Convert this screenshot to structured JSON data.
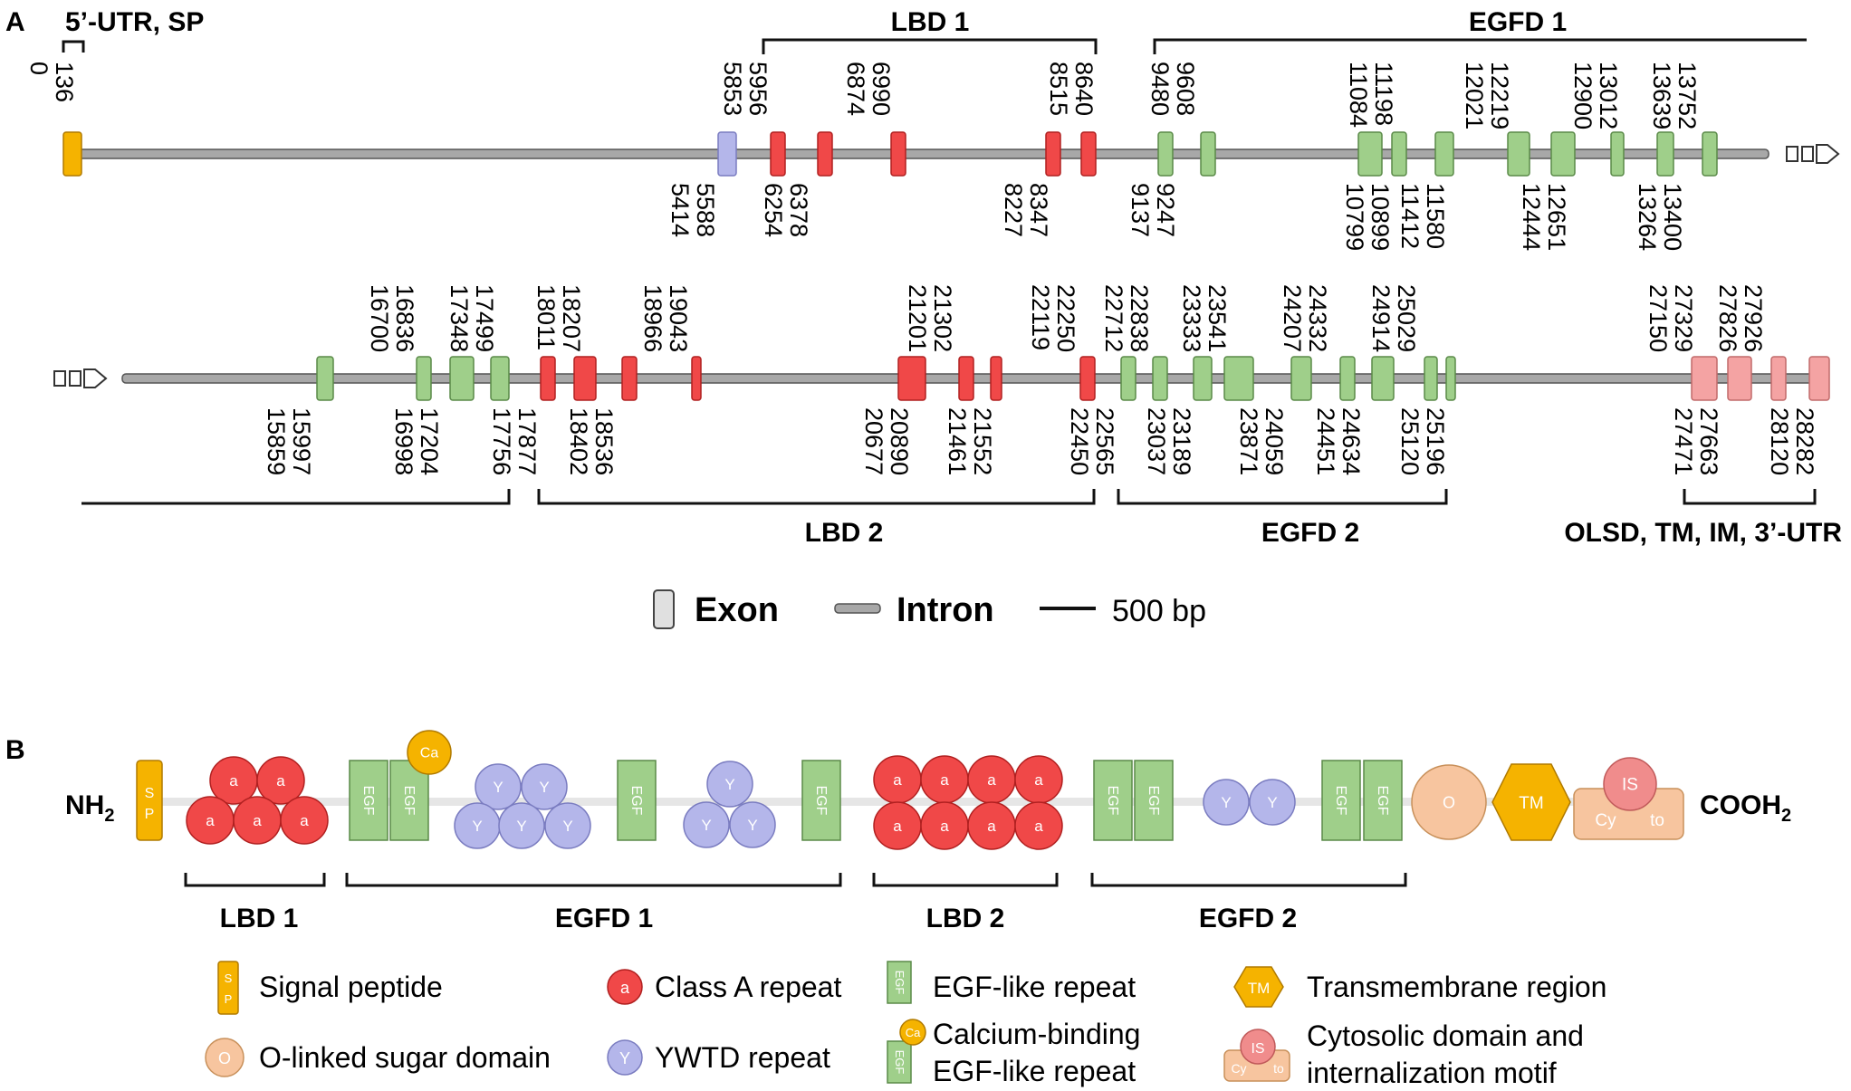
{
  "panels": {
    "a_label": "A",
    "b_label": "B"
  },
  "colors": {
    "intron": "#a8a8a8",
    "exon_default": "#e0e0e0",
    "utr": "#f5b300",
    "sp": "#f5b300",
    "lbd": "#f04848",
    "egf": "#9fcf8a",
    "ywtd": "#b4b6ea",
    "osld": "#f4a3a3",
    "o_linked": "#f7c59f",
    "tm": "#f5b300",
    "is": "#f08c8c",
    "cyto": "#f7c59f",
    "ca": "#f5b300"
  },
  "gene_row1": {
    "coords_top": [
      "0 136",
      "5853 5956",
      "6874 6990",
      "8515 8640",
      "9480 9608",
      "11084 11198",
      "12021 12219",
      "12900 13012",
      "13639 13752"
    ],
    "coords_bottom": [
      "5414 5588",
      "6254 6378",
      "8227 8347",
      "9137 9247",
      "10799 10899",
      "11412 11580",
      "12444 12651",
      "13264 13400"
    ],
    "exons": [
      {
        "kind": "utr"
      },
      {
        "kind": "ywtd"
      },
      {
        "kind": "lbd"
      },
      {
        "kind": "lbd"
      },
      {
        "kind": "lbd"
      },
      {
        "kind": "lbd"
      },
      {
        "kind": "lbd"
      },
      {
        "kind": "egf"
      },
      {
        "kind": "egf"
      },
      {
        "kind": "egf"
      },
      {
        "kind": "egf"
      },
      {
        "kind": "egf"
      },
      {
        "kind": "egf"
      },
      {
        "kind": "egf"
      },
      {
        "kind": "egf"
      },
      {
        "kind": "egf"
      },
      {
        "kind": "egf"
      }
    ],
    "brackets": {
      "utr_sp": "5’-UTR, SP",
      "lbd1": "LBD 1",
      "egfd1": "EGFD 1"
    }
  },
  "gene_row2": {
    "coords_top": [
      "16700 16836",
      "17348 17499",
      "18011 18207",
      "18966 19043",
      "21201 21302",
      "22119 22250",
      "22712 22838",
      "23333 23541",
      "24207 24332",
      "24914 25029",
      "27150 27329",
      "27826 27926"
    ],
    "coords_bottom": [
      "15859 15997",
      "16998 17204",
      "17756 17877",
      "18402 18536",
      "20677 20890",
      "21461 21552",
      "22450 22565",
      "23037 23189",
      "23871 24059",
      "24451 24634",
      "25120 25196",
      "27471 27663",
      "28120 28282"
    ],
    "exons": [
      {
        "kind": "egf"
      },
      {
        "kind": "egf"
      },
      {
        "kind": "egf"
      },
      {
        "kind": "egf"
      },
      {
        "kind": "lbd"
      },
      {
        "kind": "lbd"
      },
      {
        "kind": "lbd"
      },
      {
        "kind": "lbd"
      },
      {
        "kind": "lbd"
      },
      {
        "kind": "lbd"
      },
      {
        "kind": "lbd"
      },
      {
        "kind": "lbd"
      },
      {
        "kind": "egf"
      },
      {
        "kind": "egf"
      },
      {
        "kind": "egf"
      },
      {
        "kind": "egf"
      },
      {
        "kind": "egf"
      },
      {
        "kind": "egf"
      },
      {
        "kind": "egf"
      },
      {
        "kind": "egf"
      },
      {
        "kind": "egf"
      },
      {
        "kind": "osld"
      },
      {
        "kind": "osld"
      },
      {
        "kind": "osld"
      },
      {
        "kind": "osld"
      }
    ],
    "brackets": {
      "lbd2": "LBD 2",
      "egfd2": "EGFD 2",
      "olsd": "OLSD, TM, IM, 3’-UTR"
    }
  },
  "gene_legend": {
    "exon": "Exon",
    "intron": "Intron",
    "scale": "500 bp"
  },
  "protein": {
    "nh2": "NH",
    "nh2_sub": "2",
    "cooh": "COOH",
    "cooh_sub": "2",
    "sp_letters": [
      "S",
      "P"
    ],
    "class_a_letter": "a",
    "ywtd_letter": "Y",
    "egf_text": "EGF",
    "ca_text": "Ca",
    "o_text": "O",
    "tm_text": "TM",
    "is_text": "IS",
    "cyto_left": "Cy",
    "cyto_right": "to",
    "domain_labels": {
      "lbd1": "LBD 1",
      "egfd1": "EGFD 1",
      "lbd2": "LBD 2",
      "egfd2": "EGFD 2"
    }
  },
  "protein_legend": {
    "signal_peptide": "Signal peptide",
    "class_a": "Class A repeat",
    "egf_like": "EGF-like repeat",
    "transmembrane": "Transmembrane region",
    "o_linked": "O-linked sugar domain",
    "ywtd": "YWTD repeat",
    "calcium_1": "Calcium-binding",
    "calcium_2": "EGF-like repeat",
    "cytosolic_1": "Cytosolic domain and",
    "cytosolic_2": "internalization motif"
  }
}
